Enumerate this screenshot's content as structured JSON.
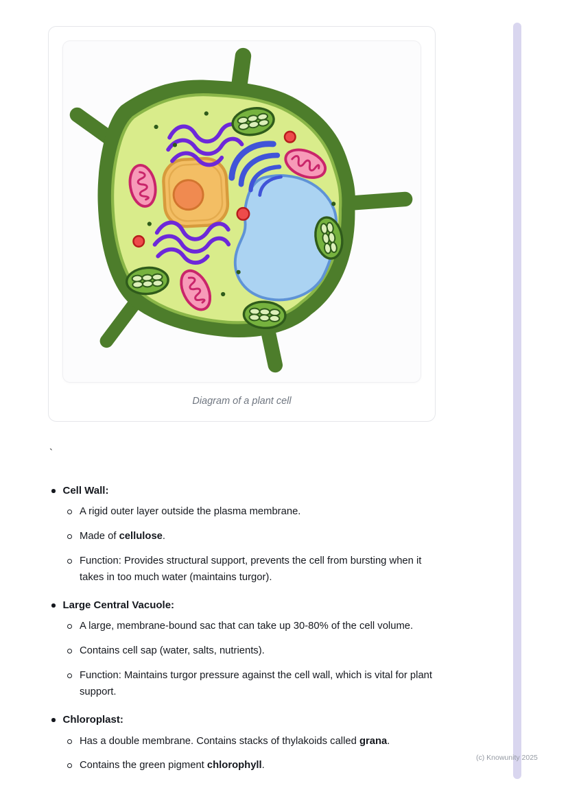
{
  "page": {
    "stray_character": "`",
    "footer": "(c) Knowunity 2025"
  },
  "figure": {
    "caption": "Diagram of a plant cell",
    "alt": "Cartoon illustration of a plant cell showing cell wall, cytoplasm, nucleus with nucleolus, central vacuole, endoplasmic reticulum, golgi apparatus, mitochondria, chloroplasts, lysosomes and ribosomes",
    "colors": {
      "cell_wall": "#4d7d2b",
      "membrane": "#8ab648",
      "cytoplasm": "#d9ec8b",
      "vacuole_fill": "#abd3f2",
      "vacuole_outline": "#5f93d6",
      "nucleus_fill": "#f3be64",
      "nucleus_outline": "#d79b3c",
      "nucleolus_fill": "#f08a50",
      "nucleolus_outline": "#d2742e",
      "er": "#6d28d9",
      "golgi": "#4054d8",
      "mitochondrion_fill": "#f79ab8",
      "mitochondrion_outline": "#c9256a",
      "chloroplast_fill": "#76b23e",
      "chloroplast_outline": "#2f5b1b",
      "chloroplast_disc": "#dcefb9",
      "lysosome_fill": "#ee4b4b",
      "lysosome_outline": "#b71c1c",
      "ribosome_dot": "#2f5b1b"
    }
  },
  "notes": {
    "items": [
      {
        "title": "Cell Wall:",
        "subitems": [
          {
            "segments": [
              "A rigid outer layer outside the plasma membrane."
            ]
          },
          {
            "segments": [
              "Made of ",
              "cellulose",
              "."
            ]
          },
          {
            "segments": [
              "Function: Provides structural support, prevents the cell from bursting when it takes in too much water (maintains turgor)."
            ]
          }
        ]
      },
      {
        "title": "Large Central Vacuole:",
        "subitems": [
          {
            "segments": [
              "A large, membrane-bound sac that can take up 30-80% of the cell volume."
            ]
          },
          {
            "segments": [
              "Contains cell sap (water, salts, nutrients)."
            ]
          },
          {
            "segments": [
              "Function: Maintains turgor pressure against the cell wall, which is vital for plant support."
            ]
          }
        ]
      },
      {
        "title": "Chloroplast:",
        "subitems": [
          {
            "segments": [
              "Has a double membrane. Contains stacks of thylakoids called ",
              "grana",
              "."
            ]
          },
          {
            "segments": [
              "Contains the green pigment ",
              "chlorophyll",
              "."
            ]
          }
        ]
      }
    ]
  }
}
